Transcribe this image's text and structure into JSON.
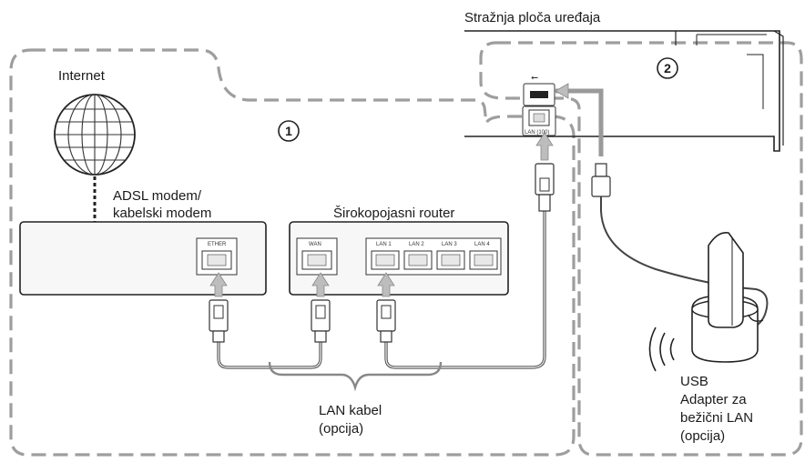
{
  "labels": {
    "rear_panel": "Stražnja ploča uređaja",
    "internet": "Internet",
    "modem_line1": "ADSL modem/",
    "modem_line2": "kabelski modem",
    "router": "Širokopojasni router",
    "circle1": "1",
    "circle2": "2",
    "lan_cable_line1": "LAN kabel",
    "lan_cable_line2": "(opcija)",
    "usb_line1": "USB",
    "usb_line2": "Adapter za",
    "usb_line3": "bežični LAN",
    "usb_line4": "(opcija)"
  },
  "ports": {
    "ether": "ETHER",
    "wan": "WAN",
    "lan1": "LAN 1",
    "lan2": "LAN 2",
    "lan3": "LAN 3",
    "lan4": "LAN 4",
    "lan_device": "LAN (100)"
  },
  "colors": {
    "dashed_region": "#9e9e9e",
    "arrow": "#bdbdbd",
    "outline": "#222222"
  }
}
